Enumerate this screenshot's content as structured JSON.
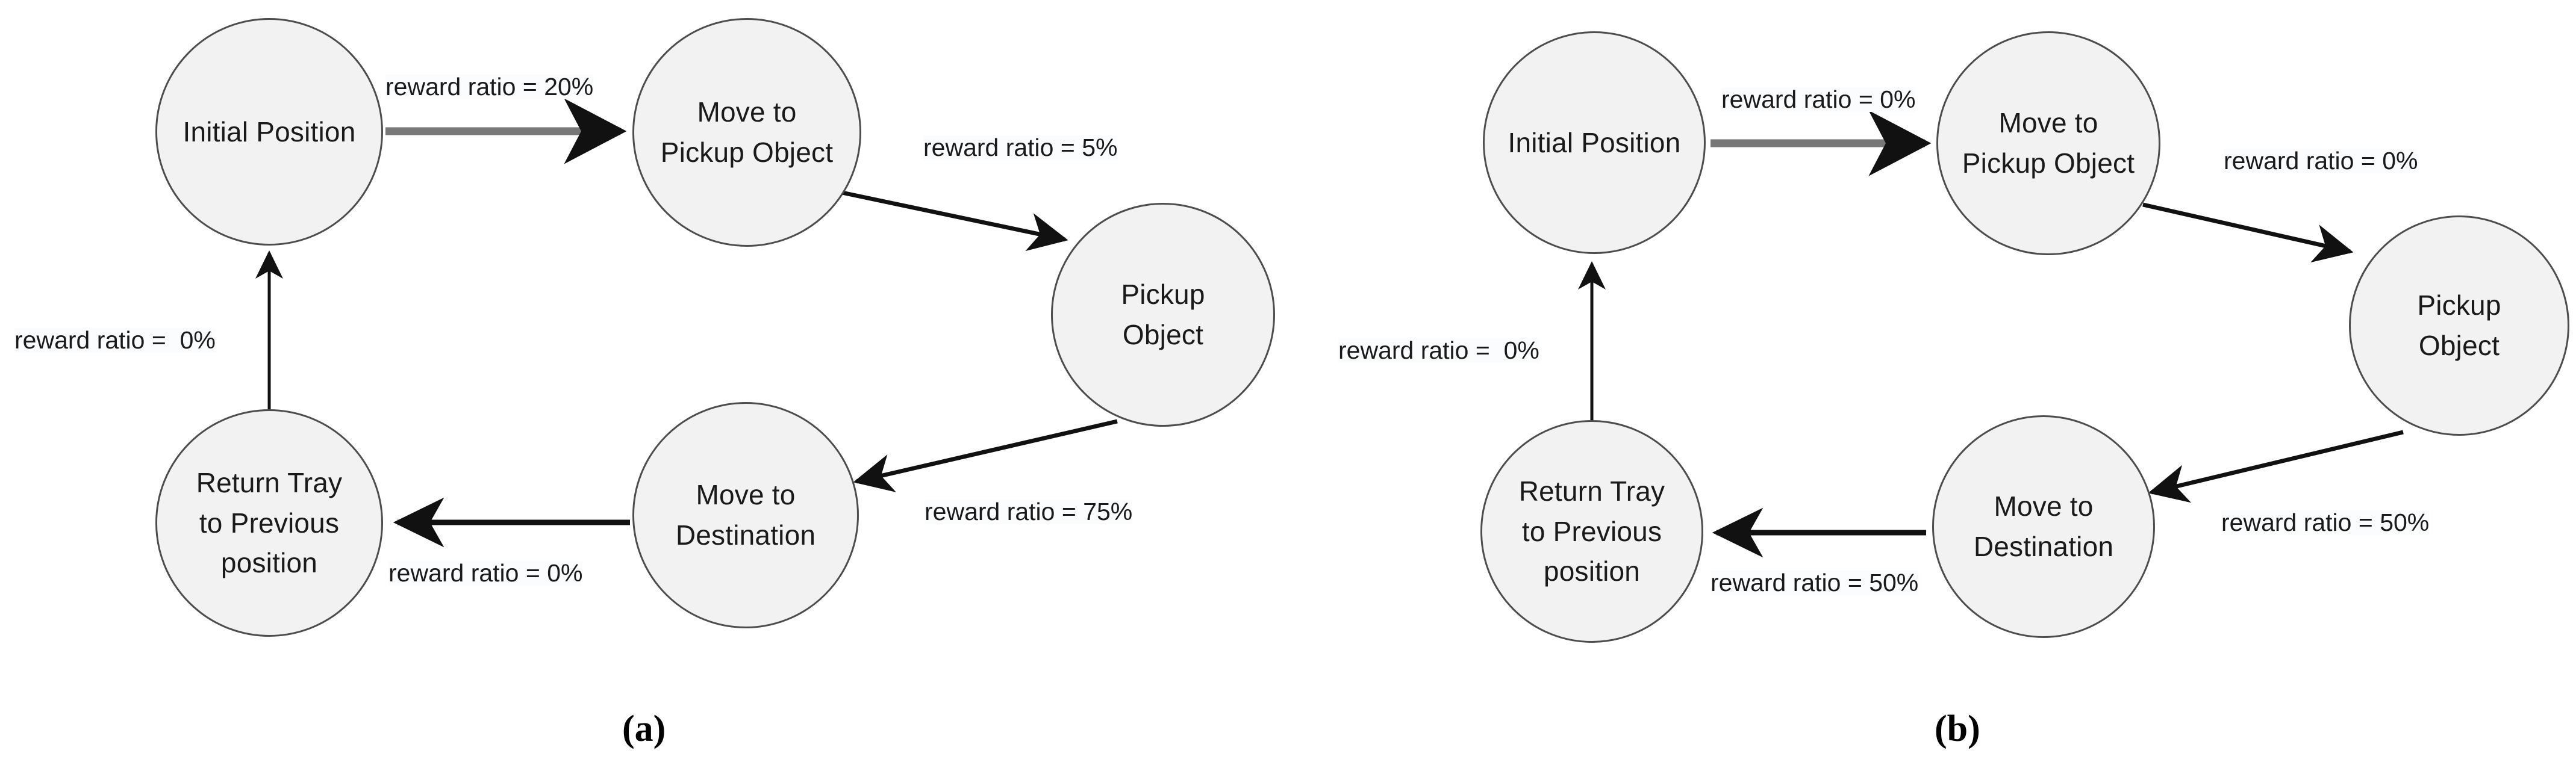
{
  "figure": {
    "panels": [
      {
        "id": "a",
        "caption": "(a)",
        "nodes": [
          {
            "id": "initial-position",
            "label": "Initial Position"
          },
          {
            "id": "move-to-pickup",
            "label": "Move to\nPickup Object"
          },
          {
            "id": "pickup-object",
            "label": "Pickup\nObject"
          },
          {
            "id": "move-to-destination",
            "label": "Move to\nDestination"
          },
          {
            "id": "return-tray",
            "label": "Return Tray\nto Previous\nposition"
          }
        ],
        "edges": [
          {
            "id": "initial-to-move-pickup",
            "from": "initial-position",
            "to": "move-to-pickup",
            "label": "reward ratio = 20%",
            "value": 20
          },
          {
            "id": "move-pickup-to-pickup",
            "from": "move-to-pickup",
            "to": "pickup-object",
            "label": "reward ratio = 5%",
            "value": 5
          },
          {
            "id": "pickup-to-move-destination",
            "from": "pickup-object",
            "to": "move-to-destination",
            "label": "reward ratio = 75%",
            "value": 75
          },
          {
            "id": "move-destination-to-return",
            "from": "move-to-destination",
            "to": "return-tray",
            "label": "reward ratio = 0%",
            "value": 0
          },
          {
            "id": "return-to-initial",
            "from": "return-tray",
            "to": "initial-position",
            "label": "reward ratio =  0%",
            "value": 0
          }
        ]
      },
      {
        "id": "b",
        "caption": "(b)",
        "nodes": [
          {
            "id": "initial-position",
            "label": "Initial Position"
          },
          {
            "id": "move-to-pickup",
            "label": "Move to\nPickup Object"
          },
          {
            "id": "pickup-object",
            "label": "Pickup\nObject"
          },
          {
            "id": "move-to-destination",
            "label": "Move to\nDestination"
          },
          {
            "id": "return-tray",
            "label": "Return Tray\nto Previous\nposition"
          }
        ],
        "edges": [
          {
            "id": "initial-to-move-pickup",
            "from": "initial-position",
            "to": "move-to-pickup",
            "label": "reward ratio = 0%",
            "value": 0
          },
          {
            "id": "move-pickup-to-pickup",
            "from": "move-to-pickup",
            "to": "pickup-object",
            "label": "reward ratio = 0%",
            "value": 0
          },
          {
            "id": "pickup-to-move-destination",
            "from": "pickup-object",
            "to": "move-to-destination",
            "label": "reward ratio = 50%",
            "value": 50
          },
          {
            "id": "move-destination-to-return",
            "from": "move-to-destination",
            "to": "return-tray",
            "label": "reward ratio = 50%",
            "value": 50
          },
          {
            "id": "return-to-initial",
            "from": "return-tray",
            "to": "initial-position",
            "label": "reward ratio =  0%",
            "value": 0
          }
        ]
      }
    ],
    "colors": {
      "node_fill": "#f2f2f2",
      "node_stroke": "#4d4d4d",
      "text": "#1a1a1a",
      "arrow_dark": "#111111",
      "arrow_grey": "#777777",
      "background": "#ffffff"
    }
  }
}
